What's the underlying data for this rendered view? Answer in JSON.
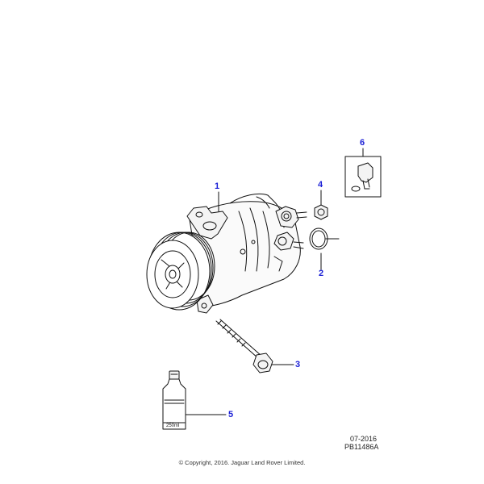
{
  "callouts": {
    "c1": "1",
    "c2": "2",
    "c3": "3",
    "c4": "4",
    "c5": "5",
    "c6": "6"
  },
  "bottle_volume": "250ml",
  "date_code": "07-2016",
  "illustration_ref": "PB11486A",
  "copyright": "© Copyright, 2016. Jaguar Land Rover Limited.",
  "colors": {
    "callout": "#1a1fd6",
    "line": "#111111"
  }
}
